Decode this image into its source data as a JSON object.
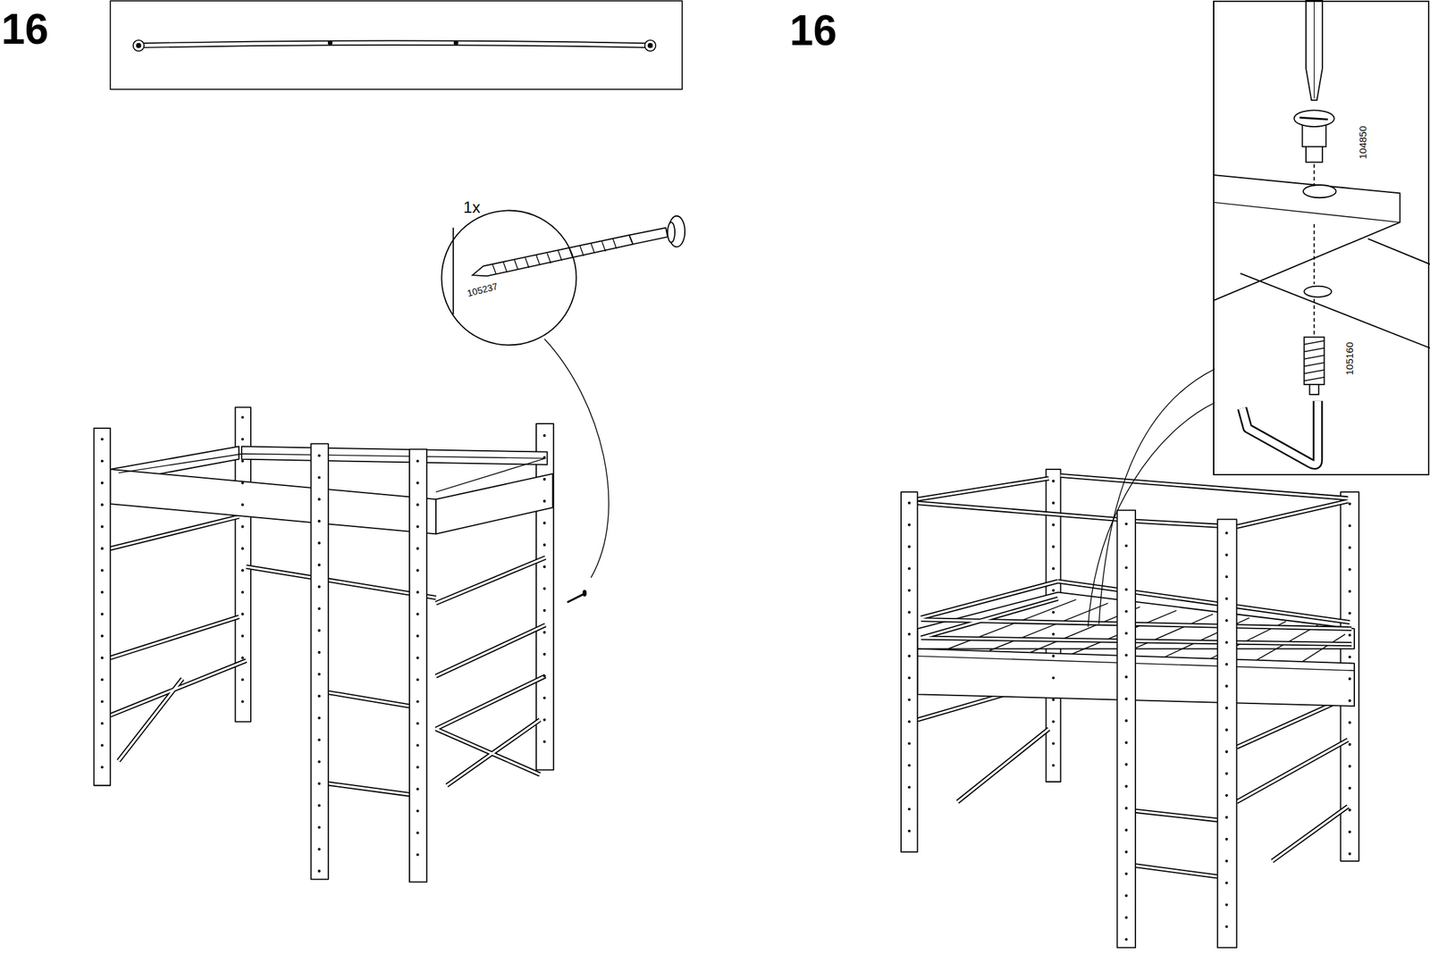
{
  "diagram": {
    "nodes": [
      {
        "text": [
          "1x",
          "105237"
        ]
      },
      {
        "text": [
          "104850",
          "105160"
        ]
      }
    ],
    "labels": [
      "16",
      "16"
    ]
  }
}
